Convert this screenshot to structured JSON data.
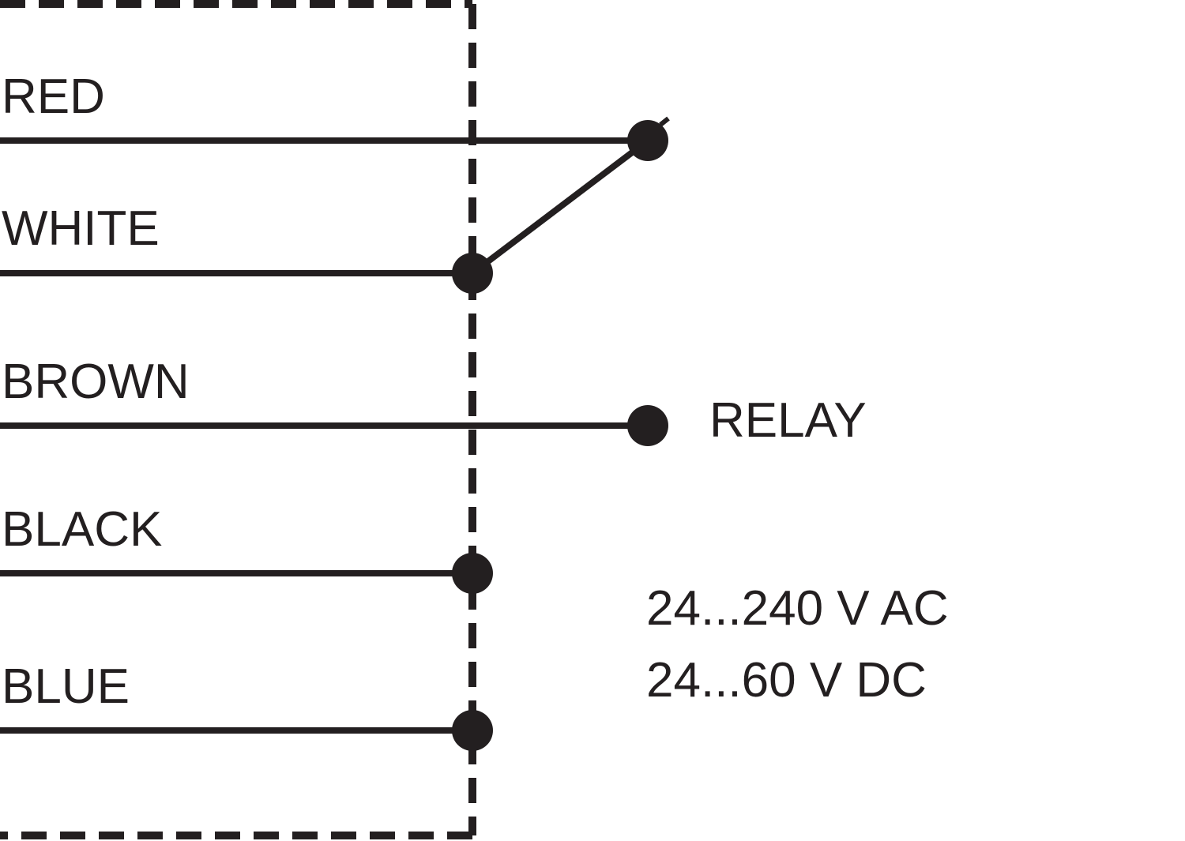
{
  "diagram": {
    "ink_color": "#231f20",
    "background": "#ffffff",
    "wires": [
      {
        "label": "RED"
      },
      {
        "label": "WHITE"
      },
      {
        "label": "BROWN"
      },
      {
        "label": "BLACK"
      },
      {
        "label": "BLUE"
      }
    ],
    "relay_label": "RELAY",
    "supply": {
      "ac": "24...240 V AC",
      "dc": "24...60 V DC"
    }
  }
}
